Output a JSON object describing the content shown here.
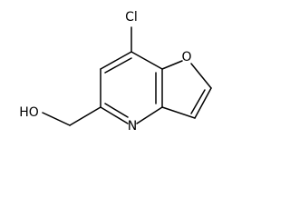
{
  "structure": {
    "atoms": {
      "chlorine": "Cl",
      "furan_oxygen": "O",
      "pyridine_nitrogen": "N",
      "hydroxyl": "HO"
    },
    "colors": {
      "bond": "#000000",
      "label": "#000000",
      "background": "#ffffff"
    }
  }
}
